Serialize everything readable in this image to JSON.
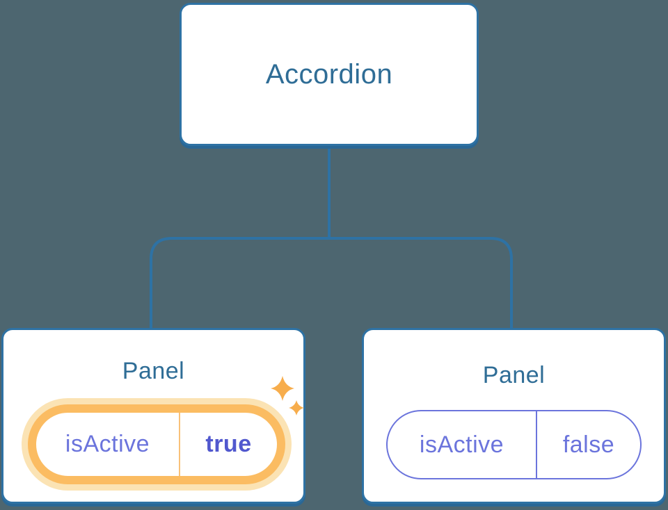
{
  "diagram": {
    "root_node": {
      "label": "Accordion"
    },
    "panels": [
      {
        "label": "Panel",
        "state_key": "isActive",
        "state_value": "true",
        "highlighted": true
      },
      {
        "label": "Panel",
        "state_key": "isActive",
        "state_value": "false",
        "highlighted": false
      }
    ]
  },
  "icons": {
    "sparkles": "sparkles-icon"
  },
  "colors": {
    "background": "#4d6670",
    "node_fill": "#ffffff",
    "node_border": "#2e72a4",
    "node_border_bottom": "#2a6795",
    "node_text": "#2f6d96",
    "connector": "#2e72a4",
    "state_text": "#6b74dc",
    "state_value_active_text": "#5158ce",
    "highlight_ring": "#fbbc62",
    "highlight_halo": "#fbe3b4",
    "highlight_divider": "#f8c178",
    "sparkle": "#f7ad4c"
  }
}
